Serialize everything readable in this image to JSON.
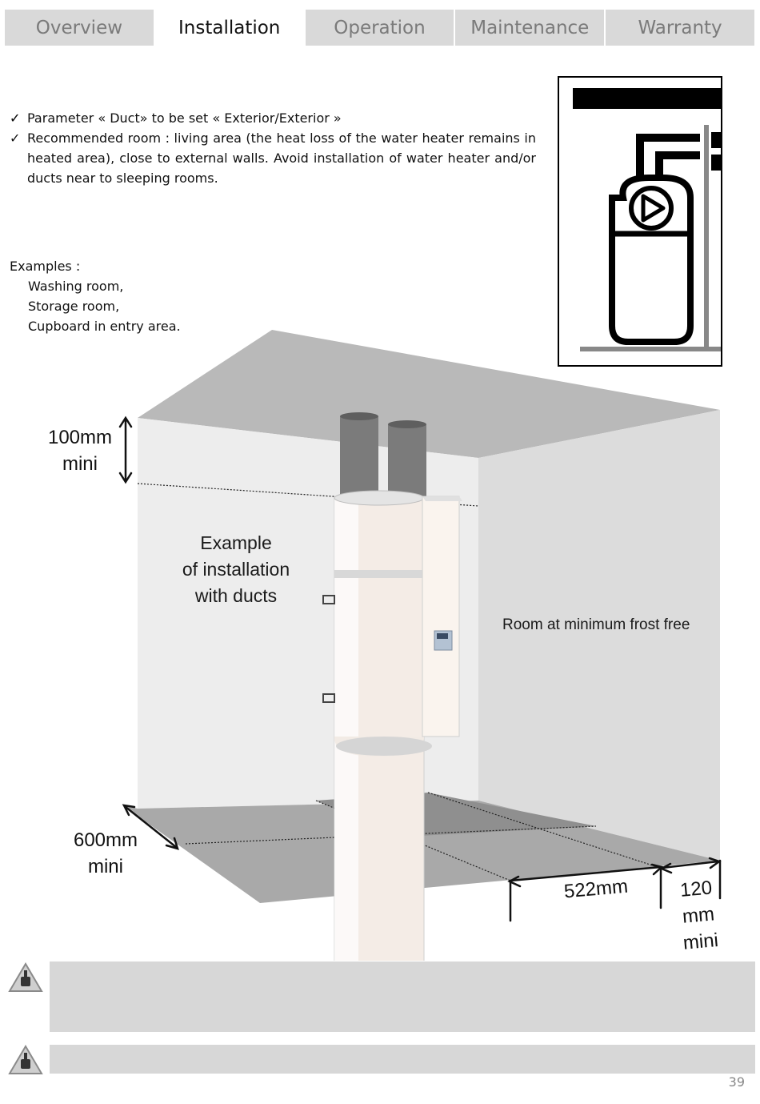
{
  "tabs": [
    {
      "label": "Overview",
      "active": false
    },
    {
      "label": "Installation",
      "active": true
    },
    {
      "label": "Operation",
      "active": false
    },
    {
      "label": "Maintenance",
      "active": false
    },
    {
      "label": "Warranty",
      "active": false
    }
  ],
  "checkmark": "✓",
  "bullets": [
    "",
    "Parameter « Duct» to be set « Exterior/Exterior »",
    "Recommended room : living area (the heat loss of the water heater remains in heated area), close to external walls. Avoid installation of water heater and/or ducts near to sleeping rooms."
  ],
  "examples": {
    "heading": "Examples :",
    "items": [
      "Washing room,",
      "Storage room,",
      "Cupboard in entry area."
    ]
  },
  "diagram": {
    "caption_lines": [
      "Example",
      "of installation",
      "with ducts"
    ],
    "room_label": "Room at minimum frost free",
    "dim_top": [
      "100mm",
      "mini"
    ],
    "dim_front": [
      "600mm",
      "mini"
    ],
    "dim_width": "522mm",
    "dim_side": [
      "120",
      "mm",
      "mini"
    ]
  },
  "notes": [
    "",
    ""
  ],
  "page_number": "39",
  "colors": {
    "tab_inactive": "#d9d9d9",
    "note_bar": "#d7d7d7",
    "ceiling": "#b8b8b8",
    "floor": "#a8a8a8"
  }
}
